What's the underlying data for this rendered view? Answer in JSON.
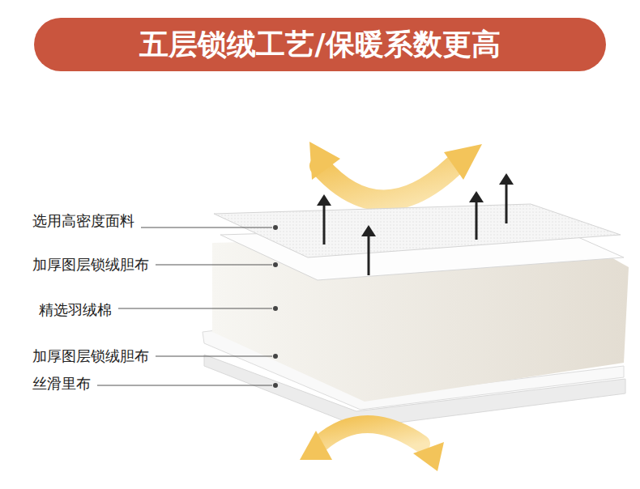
{
  "diagram": {
    "title": "五层锁绒工艺/保暖系数更高",
    "labels": [
      "选用高密度面料",
      "加厚图层锁绒胆布",
      "精选羽绒棉",
      "加厚图层锁绒胆布",
      "丝滑里布"
    ]
  }
}
